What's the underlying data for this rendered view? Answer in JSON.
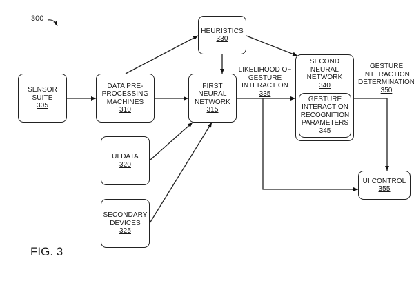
{
  "figure": {
    "ref": "300",
    "caption": "FIG. 3"
  },
  "nodes": {
    "sensor_suite": {
      "lines": [
        "SENSOR",
        "SUITE"
      ],
      "ref": "305"
    },
    "data_preprocessing": {
      "lines": [
        "DATA PRE-",
        "PROCESSING",
        "MACHINES"
      ],
      "ref": "310"
    },
    "first_nn": {
      "lines": [
        "FIRST",
        "NEURAL",
        "NETWORK"
      ],
      "ref": "315"
    },
    "ui_data": {
      "lines": [
        "UI DATA"
      ],
      "ref": "320"
    },
    "secondary_devices": {
      "lines": [
        "SECONDARY",
        "DEVICES"
      ],
      "ref": "325"
    },
    "heuristics": {
      "lines": [
        "HEURISTICS"
      ],
      "ref": "330"
    },
    "second_nn": {
      "lines": [
        "SECOND",
        "NEURAL",
        "NETWORK"
      ],
      "ref": "340"
    },
    "gesture_params": {
      "lines": [
        "GESTURE",
        "INTERACTION",
        "RECOGNITION",
        "PARAMETERS"
      ],
      "ref": "345"
    },
    "ui_control": {
      "lines": [
        "UI CONTROL"
      ],
      "ref": "355"
    }
  },
  "edge_labels": {
    "likelihood": {
      "lines": [
        "LIKELIHOOD OF",
        "GESTURE",
        "INTERACTION"
      ],
      "ref": "335"
    },
    "determination": {
      "lines": [
        "GESTURE",
        "INTERACTION",
        "DETERMINATION"
      ],
      "ref": "350"
    }
  },
  "edges": [
    {
      "from": "sensor_suite",
      "to": "data_preprocessing"
    },
    {
      "from": "data_preprocessing",
      "to": "first_nn"
    },
    {
      "from": "data_preprocessing",
      "to": "heuristics"
    },
    {
      "from": "heuristics",
      "to": "first_nn"
    },
    {
      "from": "heuristics",
      "to": "second_nn"
    },
    {
      "from": "ui_data",
      "to": "first_nn"
    },
    {
      "from": "secondary_devices",
      "to": "first_nn"
    },
    {
      "from": "first_nn",
      "to": "second_nn",
      "label": "likelihood"
    },
    {
      "from": "first_nn",
      "to": "ui_control",
      "label": "likelihood"
    },
    {
      "from": "second_nn",
      "to": "ui_control",
      "label": "determination"
    }
  ]
}
